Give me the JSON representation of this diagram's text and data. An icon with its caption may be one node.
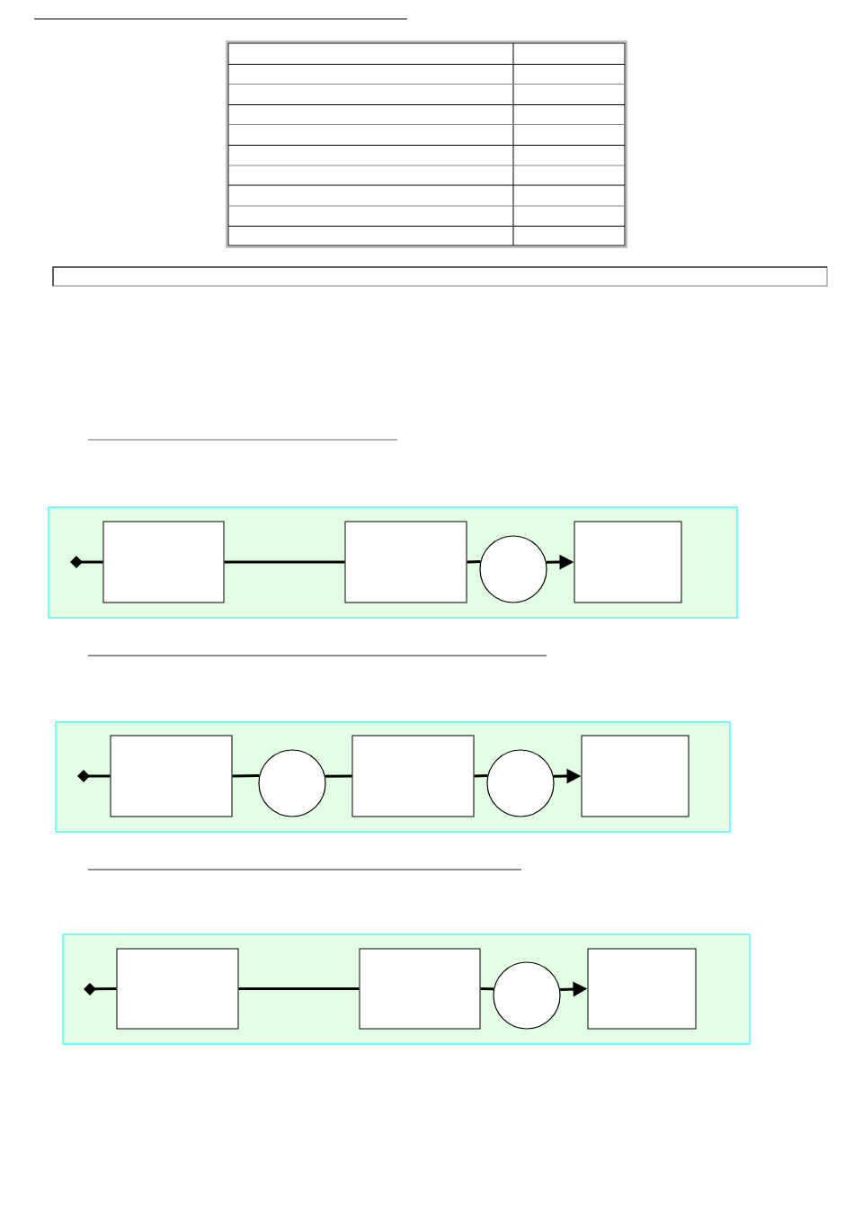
{
  "diagram": {
    "nodes": [
      {
        "text": [],
        "shape": "box"
      },
      {
        "text": [],
        "shape": "box",
        "in": 0
      },
      {
        "text": [],
        "shape": "box",
        "in": 0
      },
      {
        "text": [],
        "shape": "circle",
        "in": 0
      },
      {
        "text": [],
        "shape": "box",
        "in": 0
      },
      {
        "text": [],
        "shape": "box"
      },
      {
        "text": [],
        "shape": "box",
        "in": 5
      },
      {
        "text": [],
        "shape": "circle",
        "in": 5
      },
      {
        "text": [],
        "shape": "box",
        "in": 5
      },
      {
        "text": [],
        "shape": "circle",
        "in": 5
      },
      {
        "text": [],
        "shape": "box",
        "in": 5
      },
      {
        "text": [],
        "shape": "box"
      },
      {
        "text": [],
        "shape": "box",
        "in": 11
      },
      {
        "text": [],
        "shape": "box",
        "in": 11
      },
      {
        "text": [],
        "shape": "circle",
        "in": 11
      },
      {
        "text": [],
        "shape": "box",
        "in": 11
      }
    ],
    "edges": [
      {
        "from": null,
        "to": 1,
        "arrow": "other"
      },
      {
        "from": 1,
        "to": 2,
        "arrow": "none"
      },
      {
        "from": 2,
        "to": 3,
        "arrow": "none"
      },
      {
        "from": 3,
        "to": 4,
        "arrow": "to"
      },
      {
        "from": null,
        "to": 6,
        "arrow": "other"
      },
      {
        "from": 6,
        "to": 7,
        "arrow": "none"
      },
      {
        "from": 7,
        "to": 8,
        "arrow": "none"
      },
      {
        "from": 8,
        "to": 9,
        "arrow": "none"
      },
      {
        "from": 9,
        "to": 10,
        "arrow": "to"
      },
      {
        "from": null,
        "to": 12,
        "arrow": "other"
      },
      {
        "from": 12,
        "to": 13,
        "arrow": "none"
      },
      {
        "from": 13,
        "to": 14,
        "arrow": "none"
      },
      {
        "from": 14,
        "to": 15,
        "arrow": "to"
      }
    ]
  }
}
